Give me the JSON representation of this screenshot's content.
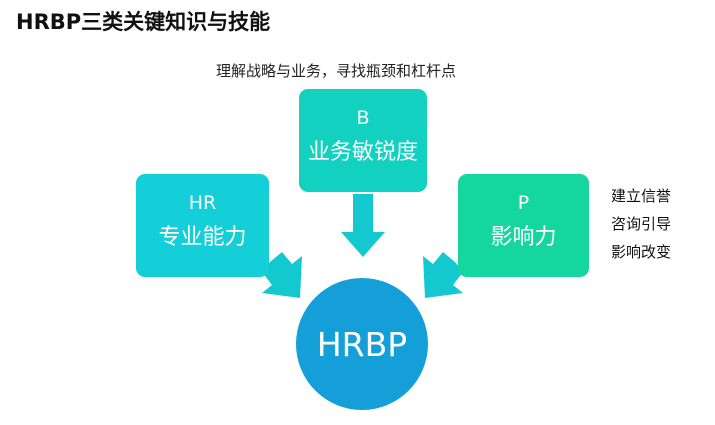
{
  "title": "HRBP三类关键知识与技能",
  "subtitle": "理解战略与业务，寻找瓶颈和杠杆点",
  "center": {
    "label": "HRBP",
    "color": "#159fd9"
  },
  "boxes": {
    "b": {
      "code": "B",
      "label": "业务敏锐度",
      "color": "#12d1c0"
    },
    "hr": {
      "code": "HR",
      "label": "专业能力",
      "color": "#14cfd8"
    },
    "p": {
      "code": "P",
      "label": "影响力",
      "color": "#16d6a0"
    }
  },
  "side_list": [
    "建立信誉",
    "咨询引导",
    "影响改变"
  ],
  "arrow_color": "#14c8cf"
}
